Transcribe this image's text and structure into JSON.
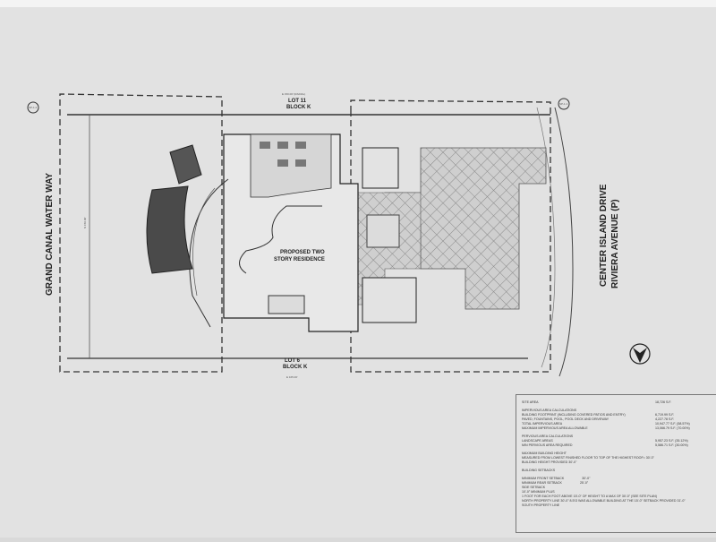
{
  "plan": {
    "top_dimension": "E 150.00' (RADIAL)",
    "top_lot": "LOT 11",
    "top_block": "BLOCK K",
    "bottom_lot": "LOT 6",
    "bottom_block": "BLOCK K",
    "bottom_dimension": "E 165.00'",
    "left_dimension": "N 150.00'",
    "waterway": "GRAND CANAL WATER WAY",
    "street1": "CENTER ISLAND DRIVE",
    "street2": "RIVIERA AVENUE (P)",
    "residence_line1": "PROPOSED TWO",
    "residence_line2": "STORY RESIDENCE",
    "section_left": "SP-1.2",
    "section_right": "SP-1.1"
  },
  "table": {
    "site_area": {
      "label": "SITE AREA",
      "value": "18,726 S.F."
    },
    "impervious_title": "IMPERVIOUS AREA CALCULATIONS",
    "impervious": [
      {
        "label": "BUILDING FOOTPRINT (INCLUDING COVERED PATIOS AND ENTRY)",
        "value": "6,719.99 S.F."
      },
      {
        "label": "PAVED, FOUNTAINS, POOL, POOL DECK AND DRIVEWAY",
        "value": "4,227.78 S.F."
      },
      {
        "label": "TOTAL IMPERVIOUS AREA",
        "value": "10,947.77 S.F. (58.57%)"
      },
      {
        "label": "MAXIMUM IMPERVIOUS AREA ALLOWABLE",
        "value": "13,066.79 S.F. (70.00%)"
      }
    ],
    "pervious_title": "PERVIOUS AREA CALCULATIONS",
    "pervious": [
      {
        "label": "LANDSCAPE AREAS",
        "value": "5,957.23 S.F. (35.12%)"
      },
      {
        "label": "MIN PERVIOUS AREA REQUIRED",
        "value": "5,586.71 S.F. (30.00%)"
      }
    ],
    "height_title": "MAXIMUM BUILDING HEIGHT",
    "height_lines": [
      "MEASURED FROM LOWEST FINISHED FLOOR TO TOP OF THE HIGHEST ROOF= 30'-0\"",
      "BUILDING HEIGHT PROVIDED 30'-0\""
    ],
    "setbacks_title": "BUILDING SETBACKS",
    "setbacks": [
      {
        "label": "MINIMUM FRONT SETBACK",
        "value": "30'-0\""
      },
      {
        "label": "MINIMUM REAR SETBACK",
        "value": "25'-0\""
      }
    ],
    "setback_lines": [
      "SIDE SETBACK",
      "10'-0\" MINIMUM PLUS",
      "1 FOOT FOR EACH FOOT ABOVE 15'-0\" OF HEIGHT TO A MAX OF 30'-0\" (SEE SITE PLAN)",
      "NORTH PROPERTY LINE 30'-0\" 8.5'/3 WAS ALLOWABLE BUILDING AT THE 15'-0\" SETBACK PROVIDED  31'-0\"",
      "SOUTH PROPERTY LINE"
    ]
  }
}
